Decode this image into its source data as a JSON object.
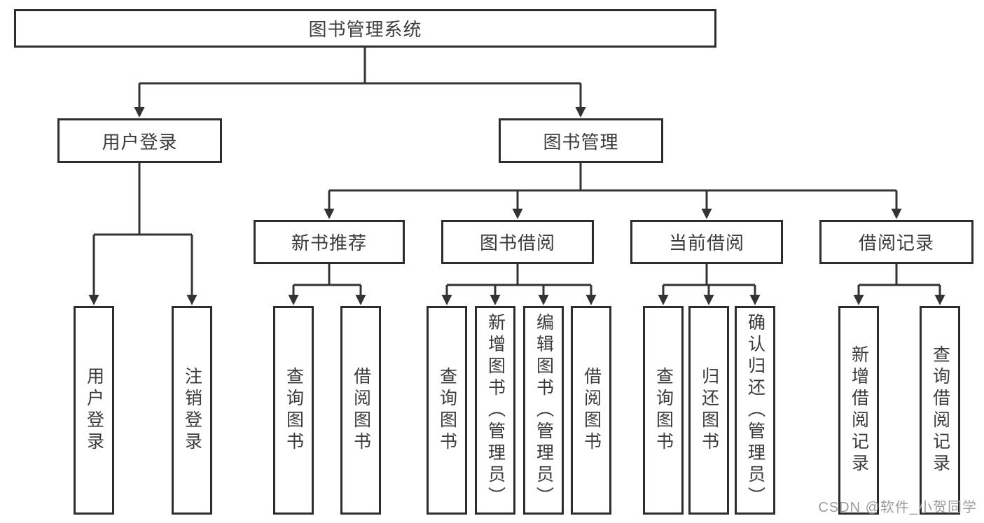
{
  "title": "图书管理系统",
  "nodes": {
    "root": {
      "label": "图书管理系统"
    },
    "userLogin": {
      "label": "用户登录",
      "children": [
        {
          "label": "用户登录"
        },
        {
          "label": "注销登录"
        }
      ]
    },
    "bookMgmt": {
      "label": "图书管理",
      "children": [
        {
          "label": "新书推荐",
          "children": [
            {
              "label": "查询图书"
            },
            {
              "label": "借阅图书"
            }
          ]
        },
        {
          "label": "图书借阅",
          "children": [
            {
              "label": "查询图书"
            },
            {
              "label": "新增图书（管理员）"
            },
            {
              "label": "编辑图书（管理员）"
            },
            {
              "label": "借阅图书"
            }
          ]
        },
        {
          "label": "当前借阅",
          "children": [
            {
              "label": "查询图书"
            },
            {
              "label": "归还图书"
            },
            {
              "label": "确认归还（管理员）"
            }
          ]
        },
        {
          "label": "借阅记录",
          "children": [
            {
              "label": "新增借阅记录"
            },
            {
              "label": "查询借阅记录"
            }
          ]
        }
      ]
    }
  },
  "watermark": {
    "text": "CSDN @软件_小贺同学"
  },
  "colors": {
    "line": "#333333",
    "border": "#2d2d2d",
    "text": "#3b3b3b",
    "background": "#ffffff",
    "watermark": "#9c9c9c"
  }
}
